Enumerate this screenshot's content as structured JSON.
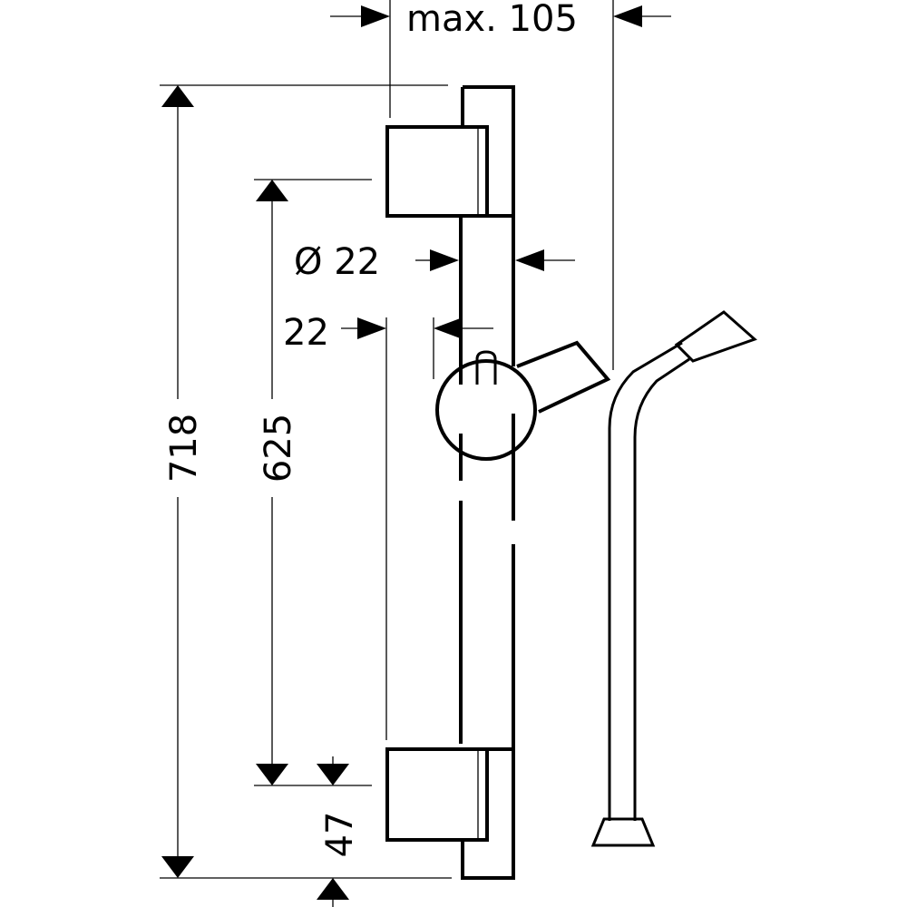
{
  "dimensions": {
    "max_projection": "max. 105",
    "rail_diameter": "Ø 22",
    "rail_offset": "22",
    "total_height": "718",
    "bracket_spacing": "625",
    "bottom_offset": "47"
  },
  "colors": {
    "line": "#000000",
    "background": "#ffffff"
  }
}
